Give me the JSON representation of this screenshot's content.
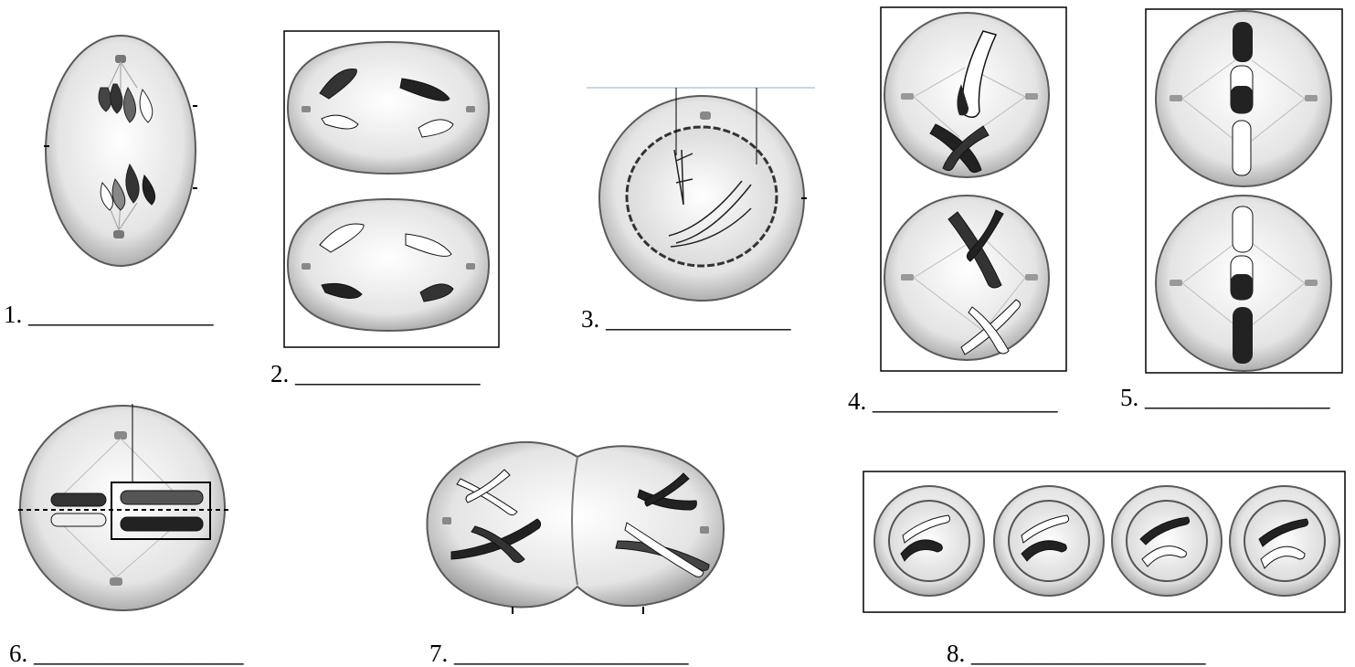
{
  "worksheet": {
    "blank_lines": [
      "1. _______________",
      "2. _______________",
      "3. _______________",
      "4. _______________",
      "5. _______________",
      "6. _________________",
      "7. ___________________",
      "8. ___________________"
    ]
  },
  "figures": [
    {
      "number": 1,
      "depicts": "elongated cell, two groups of chromosomes near poles"
    },
    {
      "number": 2,
      "depicts": "two dividing cells, boxed"
    },
    {
      "number": 3,
      "depicts": "cell with nuclear envelope and condensing chromosomes"
    },
    {
      "number": 4,
      "depicts": "two cells with single chromosomes, boxed"
    },
    {
      "number": 5,
      "depicts": "two cells with chromosomes aligned vertically, boxed"
    },
    {
      "number": 6,
      "depicts": "cell with homologous pairs at equator"
    },
    {
      "number": 7,
      "depicts": "cell pinching in two"
    },
    {
      "number": 8,
      "depicts": "four small cells, boxed"
    }
  ],
  "colors": {
    "ink": "#000000",
    "cell_fill": "#e6e6e6",
    "cell_edge": "#5a5a5a"
  }
}
